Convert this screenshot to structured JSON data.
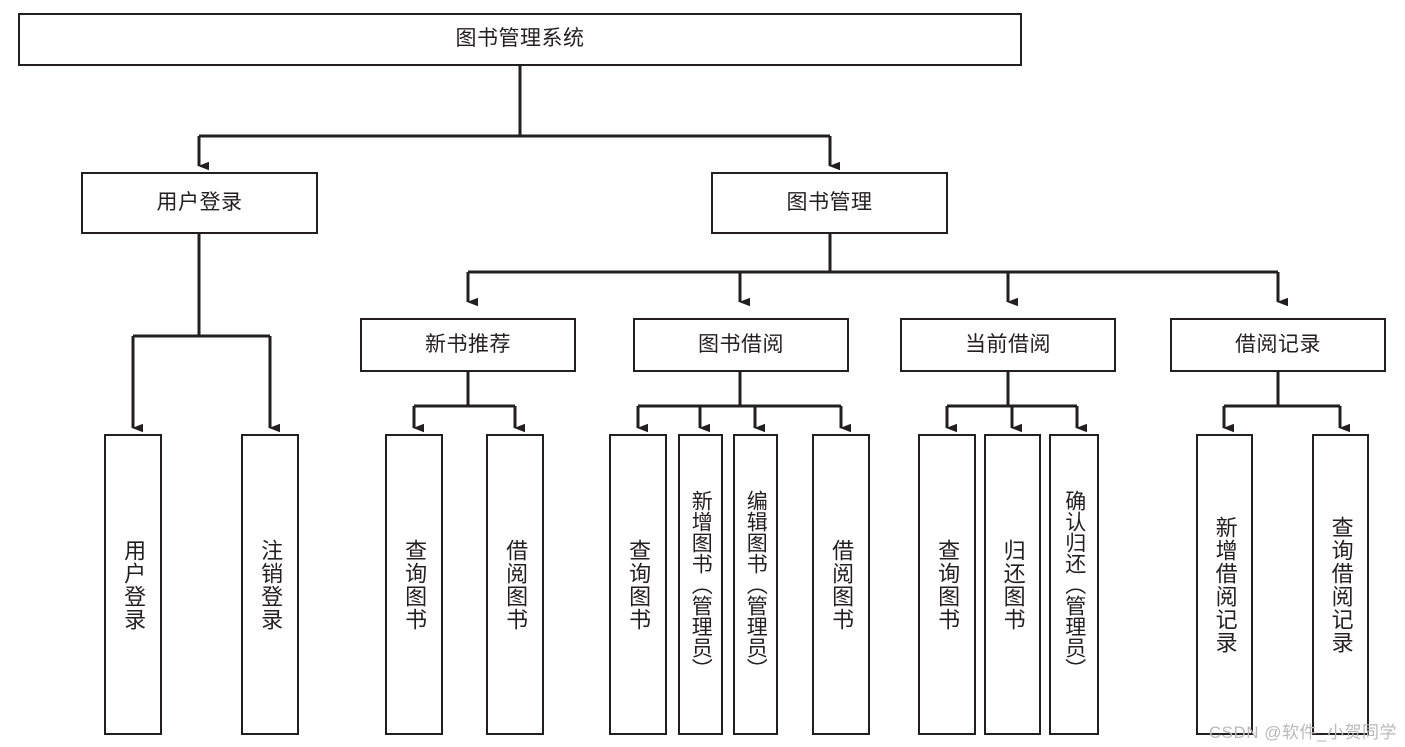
{
  "diagram": {
    "type": "tree-hierarchy-chart",
    "title": "图书管理系统",
    "root": {
      "id": "root",
      "label": "图书管理系统"
    },
    "level2": [
      {
        "id": "user-login",
        "label": "用户登录"
      },
      {
        "id": "book-management",
        "label": "图书管理"
      }
    ],
    "level3": [
      {
        "id": "new-book-recommend",
        "label": "新书推荐",
        "parent": "book-management"
      },
      {
        "id": "book-borrow",
        "label": "图书借阅",
        "parent": "book-management"
      },
      {
        "id": "current-borrow",
        "label": "当前借阅",
        "parent": "book-management"
      },
      {
        "id": "borrow-record",
        "label": "借阅记录",
        "parent": "book-management"
      }
    ],
    "leaves": {
      "user-login": [
        {
          "id": "leaf-user-login",
          "label": "用户登录"
        },
        {
          "id": "leaf-user-logout",
          "label": "注销登录"
        }
      ],
      "new-book-recommend": [
        {
          "id": "leaf-query-book-1",
          "label": "查询图书"
        },
        {
          "id": "leaf-borrow-book-1",
          "label": "借阅图书"
        }
      ],
      "book-borrow": [
        {
          "id": "leaf-query-book-2",
          "label": "查询图书"
        },
        {
          "id": "leaf-add-book-admin",
          "label": "新增图书（管理员）"
        },
        {
          "id": "leaf-edit-book-admin",
          "label": "编辑图书（管理员）"
        },
        {
          "id": "leaf-borrow-book-2",
          "label": "借阅图书"
        }
      ],
      "current-borrow": [
        {
          "id": "leaf-query-book-3",
          "label": "查询图书"
        },
        {
          "id": "leaf-return-book",
          "label": "归还图书"
        },
        {
          "id": "leaf-confirm-return-admin",
          "label": "确认归还（管理员）"
        }
      ],
      "borrow-record": [
        {
          "id": "leaf-add-borrow-record",
          "label": "新增借阅记录"
        },
        {
          "id": "leaf-query-borrow-record",
          "label": "查询借阅记录"
        }
      ]
    },
    "colors": {
      "stroke": "#231f20",
      "background": "#ffffff",
      "watermark": "#b9b9b9"
    }
  },
  "watermark": {
    "text": "CSDN @软件_小贺同学"
  }
}
